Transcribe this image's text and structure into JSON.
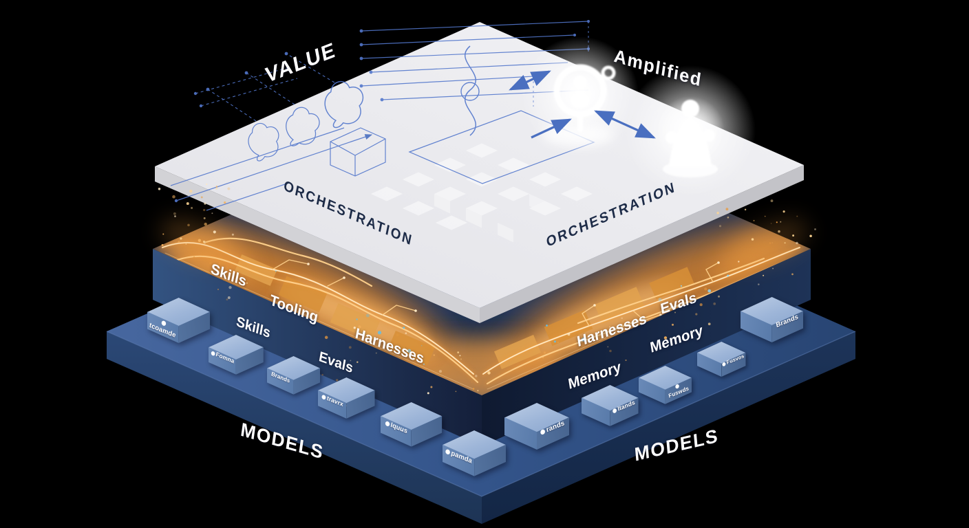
{
  "title_labels": {
    "value": "VALUE",
    "amplified": "Amplified"
  },
  "orchestration": {
    "left": "ORCHESTRATION",
    "right": "ORCHESTRATION"
  },
  "capability": {
    "left": [
      "Skills",
      "Tooling",
      "Harnesses"
    ],
    "right": [
      "Harnesses",
      "Evals"
    ]
  },
  "platform": {
    "left_labels": [
      "Skills",
      "Evals"
    ],
    "right_labels": [
      "Memory",
      "Memory"
    ],
    "models_left": "MODELS",
    "models_right": "MODELS",
    "boxes": [
      {
        "label": "tcoamde"
      },
      {
        "label": "Fomna"
      },
      {
        "label": "Brands"
      },
      {
        "label": "travrx"
      },
      {
        "label": "Iquus"
      },
      {
        "label": "pamda"
      },
      {
        "label": "rands"
      },
      {
        "label": "Itands"
      },
      {
        "label": "Fuswds"
      },
      {
        "label": "Fusvos"
      },
      {
        "label": "Brands"
      }
    ]
  },
  "colors": {
    "accent_orange": "#f0a04a",
    "layer_navy": "#1c3054",
    "platform_blue": "#35598f",
    "slab_white": "#e9e9ec",
    "sketch_blue": "#5377cc"
  }
}
